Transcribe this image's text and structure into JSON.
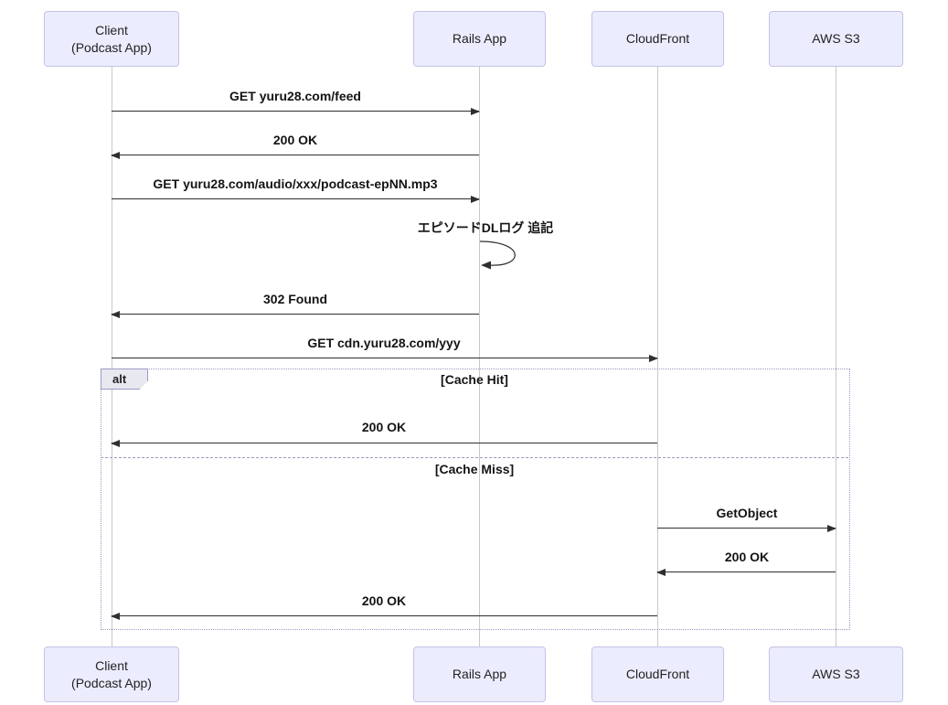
{
  "diagram_type": "sequence",
  "participants": {
    "client": {
      "line1": "Client",
      "line2": "(Podcast App)"
    },
    "rails": {
      "label": "Rails App"
    },
    "cloudfront": {
      "label": "CloudFront"
    },
    "s3": {
      "label": "AWS S3"
    }
  },
  "messages": {
    "get_feed": "GET yuru28.com/feed",
    "feed_ok": "200 OK",
    "get_mp3": "GET yuru28.com/audio/xxx/podcast-epNN.mp3",
    "dl_log": "エピソードDLログ 追記",
    "found_302": "302 Found",
    "get_cdn": "GET cdn.yuru28.com/yyy",
    "cache_hit_ok": "200 OK",
    "get_object": "GetObject",
    "s3_ok": "200 OK",
    "cache_miss_ok": "200 OK"
  },
  "alt": {
    "label": "alt",
    "cache_hit": "[Cache Hit]",
    "cache_miss": "[Cache Miss]"
  }
}
